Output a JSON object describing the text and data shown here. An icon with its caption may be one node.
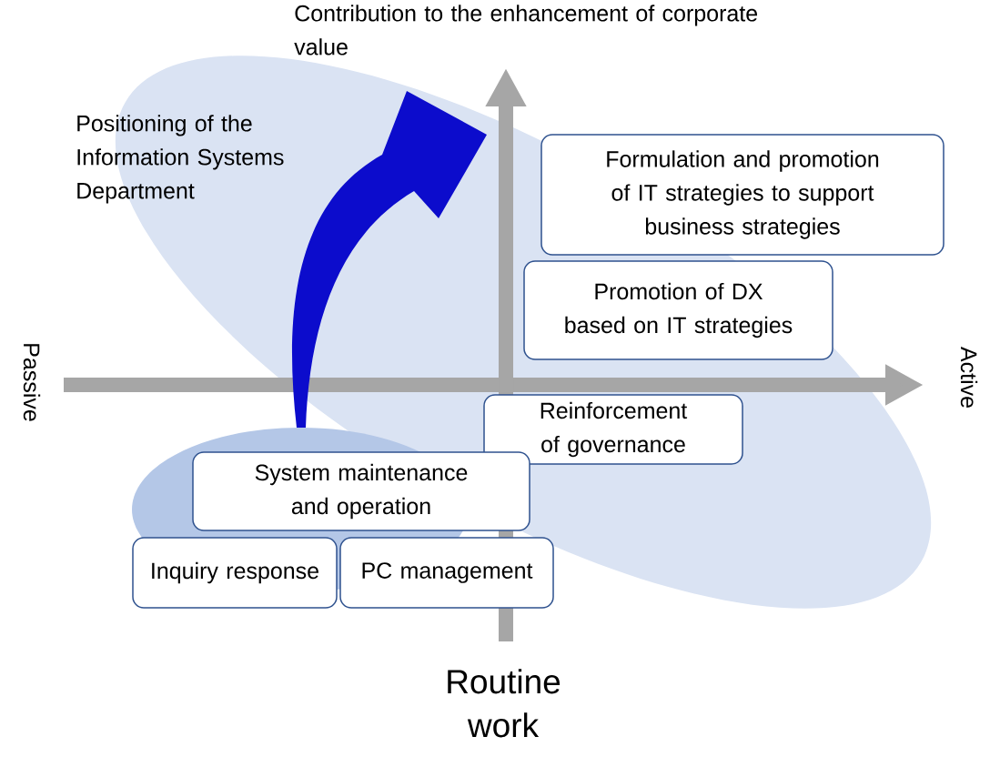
{
  "diagram": {
    "nodes": [
      {
        "text": [
          "Formulation and promotion of IT strategies to support business strategies"
        ]
      },
      {
        "text": [
          "Promotion of DX based on IT strategies"
        ]
      },
      {
        "text": [
          "Reinforcement of governance"
        ]
      },
      {
        "text": [
          "System maintenance and operation"
        ]
      },
      {
        "text": [
          "Inquiry response"
        ]
      },
      {
        "text": [
          "PC management"
        ]
      }
    ],
    "labels": [
      "Contribution to the enhancement of corporate value",
      "Positioning of the Information Systems Department",
      "Passive",
      "Active",
      "Routine work"
    ]
  }
}
